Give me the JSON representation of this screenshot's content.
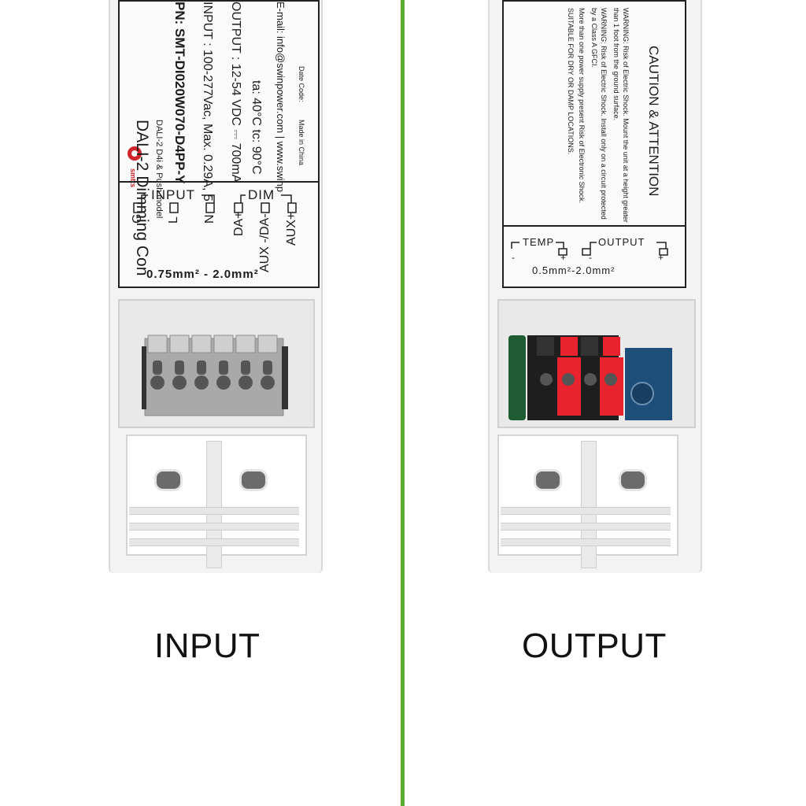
{
  "left_label": {
    "brand": "smtts",
    "title": "DALI-2 Dimming Con",
    "subtitle": "DALI-2 D4i & Push model",
    "pn": "PN:  SMT-DI020W070-D4PP-Y",
    "input": "INPUT :  100-277Vac, Max. 0.29A, 5",
    "output": "OUTPUT :  12-54 VDC ⎓ 700mA",
    "ta_tc": "ta: 40°C   tc: 90°C",
    "email": "E-mail: info@swinpower.com  |  www.swinp",
    "made_in": "Made in China",
    "date_code": "Date Code:",
    "group_input": "INPUT",
    "group_dim": "DIM",
    "term_g": "G",
    "term_l": "L",
    "term_n": "N",
    "term_da_plus": "DA+",
    "term_aux_minus": "AUX -/DA-",
    "term_aux_plus": "AUX+",
    "wire_size": "0.75mm² - 2.0mm²"
  },
  "right_label": {
    "caution_title": "CAUTION & ATTENTION",
    "warning_1": "WARNING: Risk of Electric Shock. Mount the unit at a height greater",
    "warning_1b": "than 1 foot from the ground surface.",
    "warning_2": "WARNING: Risk of Electric Shock. Install only on a circuit protected",
    "warning_2b": "by a Class A GFCI.",
    "warning_3": "More than one power supply present Risk of Electronic Shock.",
    "warning_4": "SUITABLE FOR DRY OR DAMP LOCATIONS.",
    "group_temp": "TEMP",
    "group_output": "OUTPUT",
    "temp_minus": "-",
    "temp_plus": "+",
    "out_minus": "-",
    "out_plus": "+",
    "wire_size": "0.5mm²-2.0mm²"
  },
  "captions": {
    "left": "INPUT",
    "right": "OUTPUT"
  },
  "colors": {
    "divider": "#5aac32",
    "terminal_red": "#e8232e",
    "terminal_black": "#1e1e1e",
    "pcb_blue": "#1d4f7a",
    "connector_grey": "#a9a9a9"
  }
}
